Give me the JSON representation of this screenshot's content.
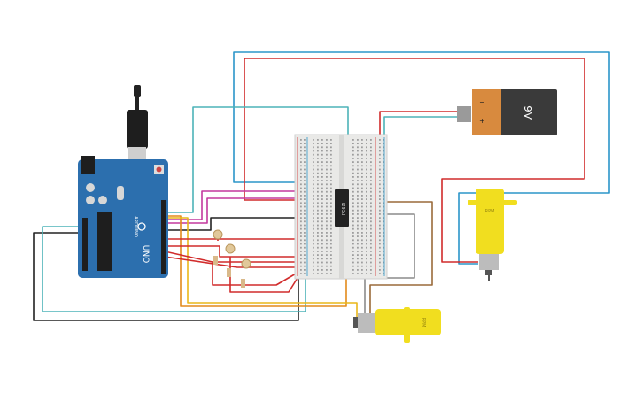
{
  "battery": {
    "label": "9V",
    "minus": "−",
    "plus": "+"
  },
  "chip": {
    "label": "l293d"
  },
  "arduino": {
    "brand": "ARDUINO",
    "model": "UNO"
  },
  "motor_right": {
    "label": "RPM"
  },
  "motor_bottom": {
    "label": "RPM"
  },
  "colors": {
    "red": "#d12b2b",
    "teal": "#4db3b8",
    "blue": "#2b95c9",
    "magenta": "#c3389e",
    "orange": "#e38a1c",
    "yellow": "#e9b71a",
    "brown": "#9a6a3a",
    "gray": "#8c8c8c",
    "black": "#222222",
    "board": "#2c6fae",
    "motor": "#f1de1f",
    "battery_body": "#3a3a3a",
    "battery_cap": "#d88a3e"
  }
}
